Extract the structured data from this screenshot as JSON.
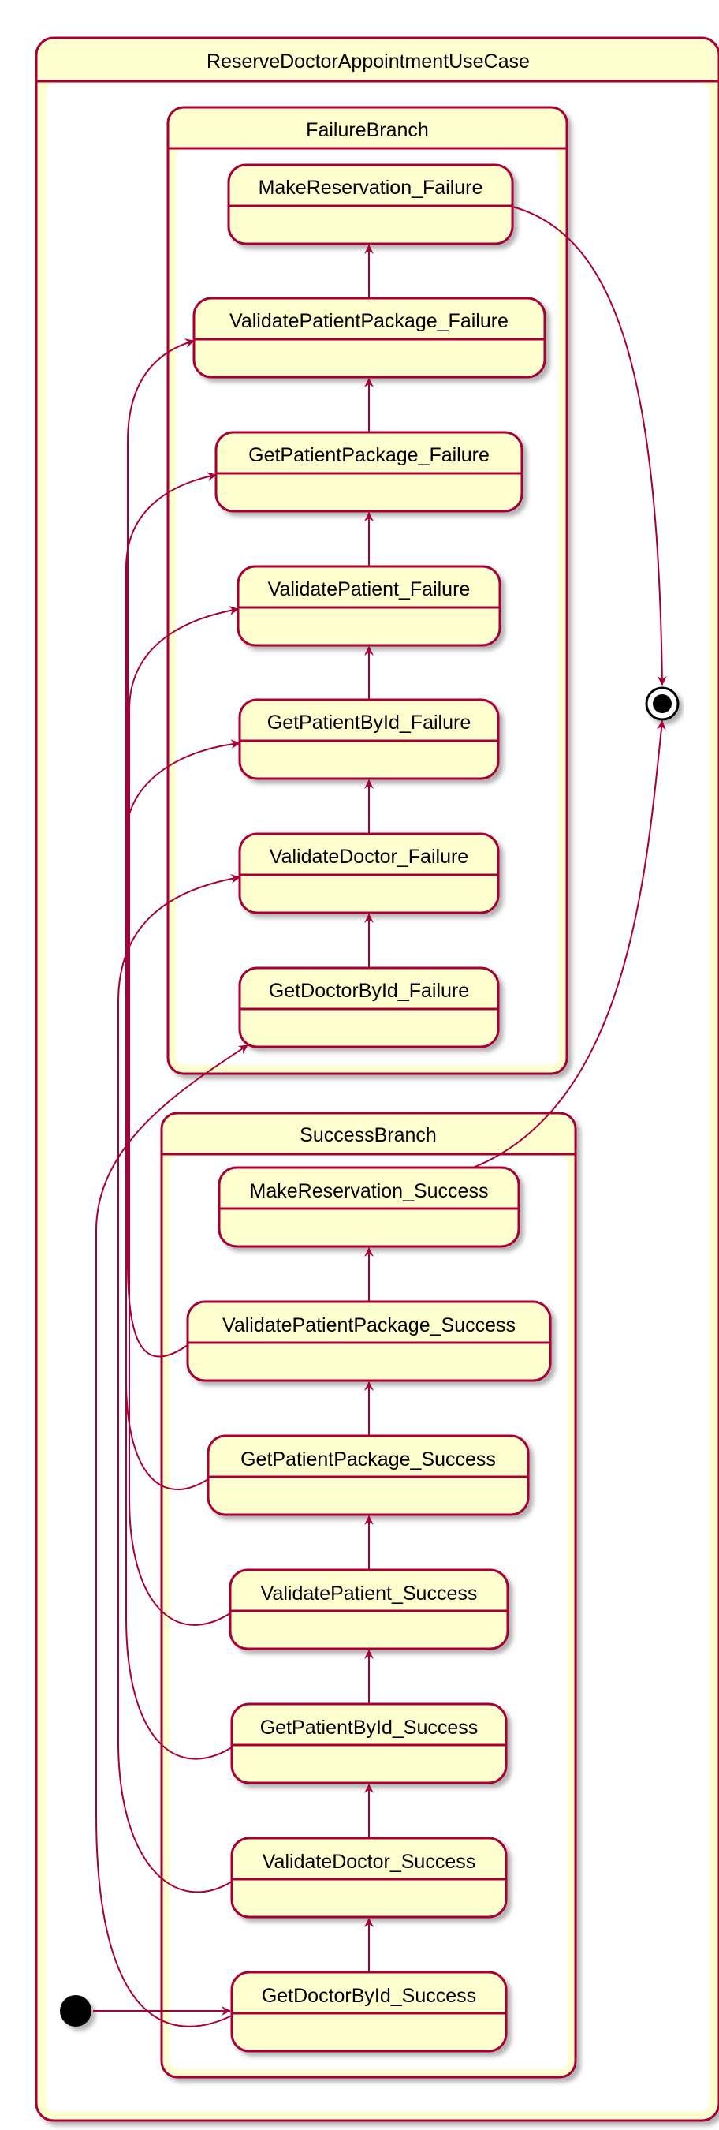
{
  "diagram": {
    "title": "ReserveDoctorAppointmentUseCase",
    "colors": {
      "border": "#A80036",
      "fill": "#FEFECE",
      "arrow": "#A80036",
      "background": "#FFFFFF",
      "text": "#000000"
    },
    "failure_branch": {
      "name": "FailureBranch",
      "states": [
        "MakeReservation_Failure",
        "ValidatePatientPackage_Failure",
        "GetPatientPackage_Failure",
        "ValidatePatient_Failure",
        "GetPatientById_Failure",
        "ValidateDoctor_Failure",
        "GetDoctorById_Failure"
      ]
    },
    "success_branch": {
      "name": "SuccessBranch",
      "states": [
        "MakeReservation_Success",
        "ValidatePatientPackage_Success",
        "GetPatientPackage_Success",
        "ValidatePatient_Success",
        "GetPatientById_Success",
        "ValidateDoctor_Success",
        "GetDoctorById_Success"
      ]
    },
    "pseudo_states": [
      "initial-state",
      "final-state"
    ]
  }
}
